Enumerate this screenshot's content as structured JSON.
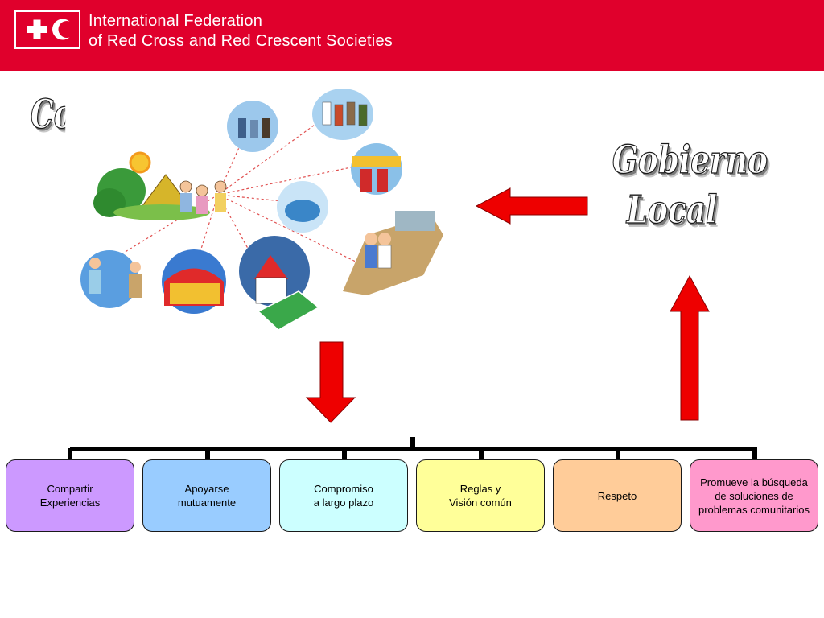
{
  "header": {
    "org_line1": "International Federation",
    "org_line2": "of Red Cross and Red Crescent Societies",
    "background_color": "#e0002c",
    "logo": "red-cross-red-crescent-logo"
  },
  "illustration": {
    "icon": "community-collage-illustration"
  },
  "wordart": {
    "cut_text": "Com",
    "gov_line1": "Gobierno",
    "gov_line2": "Local"
  },
  "diagram": {
    "arrow_color": "#ee0000",
    "boxes": [
      {
        "label": "Compartir\nExperiencias",
        "color": "#cc99ff"
      },
      {
        "label": "Apoyarse\nmutuamente",
        "color": "#99ccff"
      },
      {
        "label": "Compromiso\na largo plazo",
        "color": "#ccffff"
      },
      {
        "label": "Reglas y\nVisión común",
        "color": "#ffff99"
      },
      {
        "label": "Respeto",
        "color": "#ffcc99"
      },
      {
        "label": "Promueve la búsqueda\nde soluciones de\nproblemas comunitarios",
        "color": "#ff99cc"
      }
    ]
  }
}
